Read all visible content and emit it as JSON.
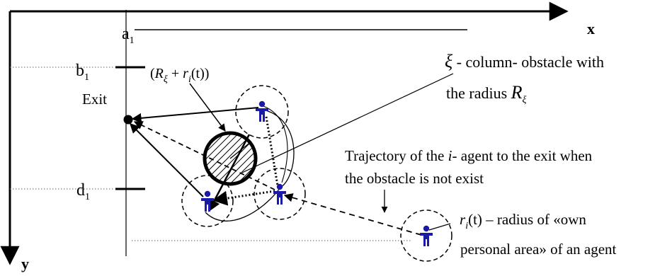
{
  "axes": {
    "x_label": "x",
    "y_label": "y"
  },
  "coords": {
    "a": "a",
    "a_sub": "1",
    "b": "b",
    "b_sub": "1",
    "d": "d",
    "d_sub": "1"
  },
  "exit_label": "Exit",
  "radius_sum": {
    "open": "(",
    "R": "R",
    "R_sub": "ξ",
    "plus": " + ",
    "r": "r",
    "r_sub": "i",
    "t": "(t))"
  },
  "obstacle_note": {
    "symbol": "ξ",
    "line1_rest": " - column- obstacle with",
    "line2_text": "the radius ",
    "R": "R",
    "R_sub": "ξ"
  },
  "trajectory_note": {
    "line1_pre": "Trajectory of the ",
    "line1_i": "i",
    "line1_post": "- agent to the exit when",
    "line2": "the obstacle is not exist"
  },
  "personal_area_note": {
    "r": "r",
    "r_sub": "i",
    "t": "(t)",
    "line1_rest": " – radius of «own",
    "line2": "personal area» of an agent"
  },
  "colors": {
    "agent": "#1a1aa8",
    "line": "#000000",
    "guide": "#555555"
  },
  "icons": [
    "person-icon",
    "exit-dot-icon",
    "hatched-obstacle-icon"
  ]
}
